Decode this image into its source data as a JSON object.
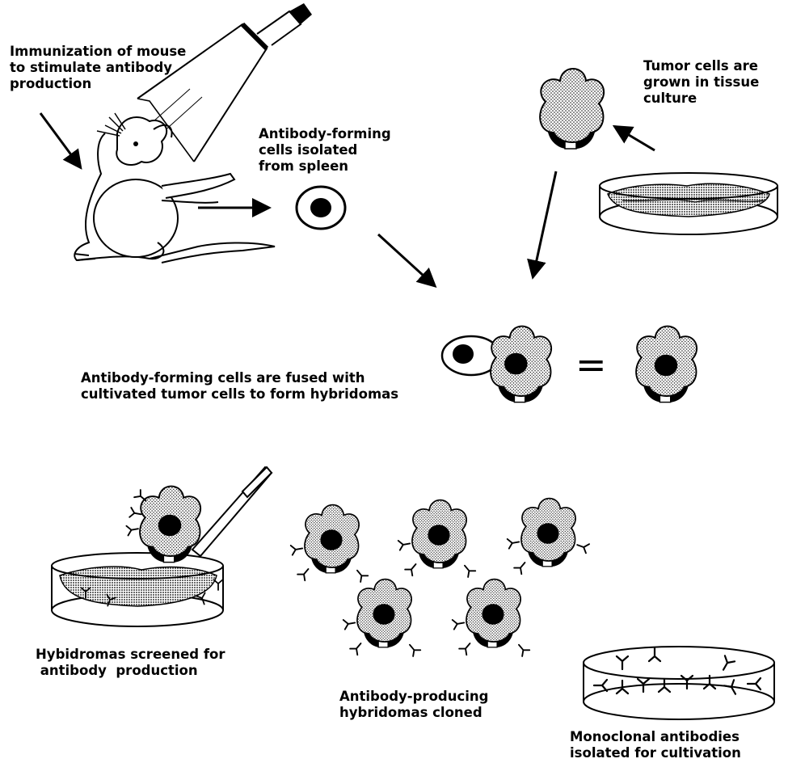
{
  "labels": {
    "immunization": [
      "Immunization of mouse",
      "to stimulate antibody",
      "production"
    ],
    "antibody_forming": [
      "Antibody-forming",
      "cells  isolated",
      "from spleen"
    ],
    "tumor_cells": [
      "Tumor cells are",
      "grown in tissue",
      "culture"
    ],
    "fusion": [
      "Antibody-forming cells are fused with",
      "cultivated tumor cells to form hybridomas"
    ],
    "equals_sign": "=",
    "screened": [
      "Hybidromas screened for",
      " antibody  production"
    ],
    "cloned": [
      "Antibody-producing",
      "hybridomas cloned"
    ],
    "monoclonal": [
      "Monoclonal antibodies",
      "isolated for cultivation"
    ]
  },
  "colors": {
    "ink": "#000000",
    "paper": "#ffffff",
    "stipple": "#000000"
  },
  "icons": [
    "syringe-icon",
    "mouse-icon",
    "spleen-cell-icon",
    "tumor-cell-icon",
    "culture-dish-icon",
    "fused-cell-icon",
    "hybridoma-icon",
    "pipette-icon",
    "antibody-icon",
    "antibody-dish-icon"
  ]
}
